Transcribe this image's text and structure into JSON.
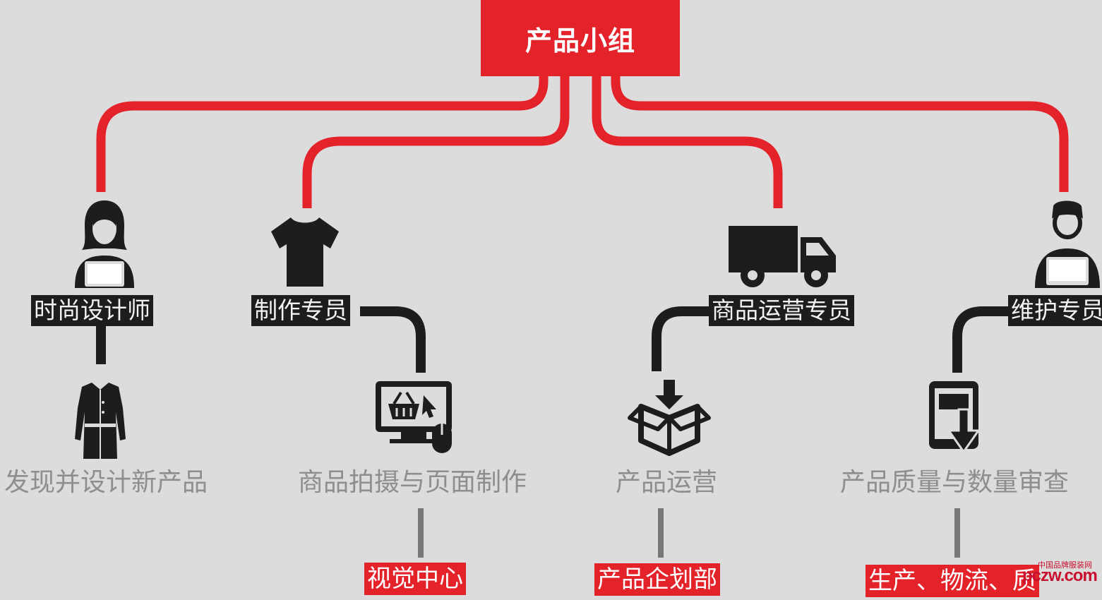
{
  "root": {
    "label": "产品小组"
  },
  "branches": [
    {
      "role": "时尚设计师",
      "task": "发现并设计新产品",
      "role_icon": "female-designer-laptop-icon",
      "task_icon": "coat-icon"
    },
    {
      "role": "制作专员",
      "task": "商品拍摄与页面制作",
      "dept": "视觉中心",
      "role_icon": "tshirt-icon",
      "task_icon": "monitor-basket-mouse-icon"
    },
    {
      "role": "商品运营专员",
      "task": "产品运营",
      "dept": "产品企划部",
      "role_icon": "delivery-truck-icon",
      "task_icon": "open-box-icon"
    },
    {
      "role": "维护专员",
      "task": "产品质量与数量审查",
      "dept": "生产、物流、质",
      "role_icon": "male-operator-laptop-icon",
      "task_icon": "tablet-download-icon"
    }
  ],
  "colors": {
    "accent": "#e3222a",
    "dark": "#1d1d1d",
    "background": "#dcdcdc",
    "task_text": "#8e8e8e"
  },
  "watermark": {
    "main": "pczw.com",
    "small": "中国品牌服装网"
  }
}
